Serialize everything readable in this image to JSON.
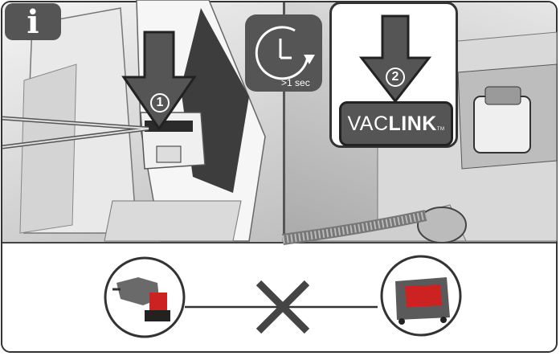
{
  "info_badge": {
    "glyph": "i",
    "icon": "info-icon"
  },
  "timer": {
    "label": ">1 sec",
    "icon": "clock-arrow-icon"
  },
  "steps": [
    {
      "number": "1",
      "target": "tool-bluetooth-button"
    },
    {
      "number": "2",
      "target": "vacuum-vaclink-button"
    }
  ],
  "vaclink_button": {
    "part1": "VAC",
    "part2": "LINK",
    "tm": "TM"
  },
  "pairing": {
    "left_device": "hammer-drill",
    "right_device": "vacuum",
    "status_icon": "x-mark-icon"
  },
  "colors": {
    "badge": "#555555",
    "frame": "#333333",
    "background": "#ffffff"
  }
}
